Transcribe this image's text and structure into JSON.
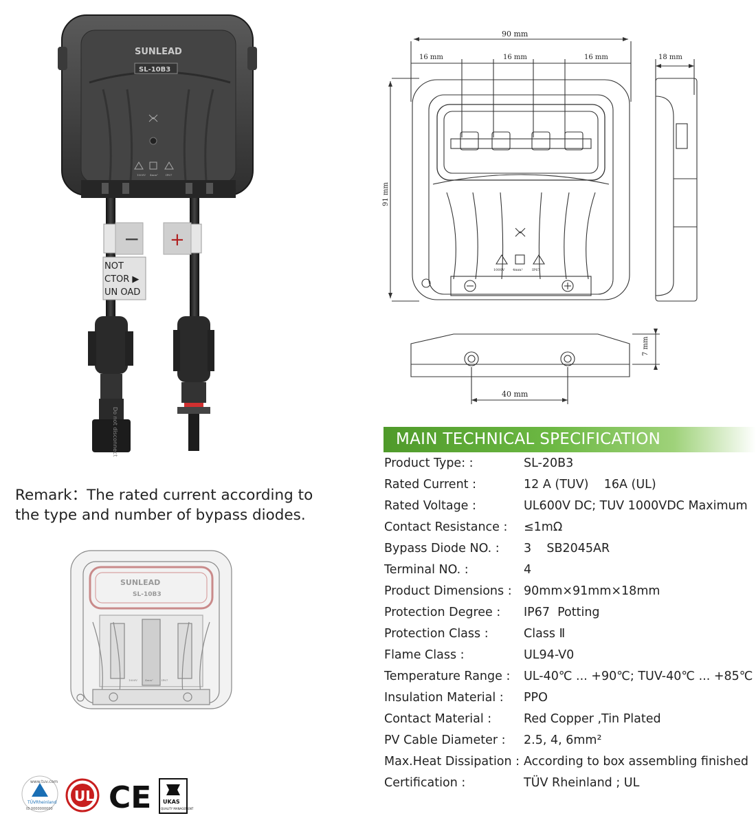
{
  "remark": {
    "text": "Remark：The rated current according to the type and number of bypass diodes."
  },
  "product_photo": {
    "brand_label": "SUNLEAD",
    "model_label": "SL-10B3",
    "minus_label": "−",
    "plus_label": "+",
    "warning_tag": [
      "NOT",
      "CTOR ▶",
      "UN OAD"
    ],
    "connector_text": "Do not disconnect",
    "icon_labels": [
      "1000V",
      "4mm²",
      "IP67"
    ]
  },
  "drawing": {
    "width_total": "90  mm",
    "segment_1": "16  mm",
    "segment_2": "16  mm",
    "segment_3": "16  mm",
    "depth": "18  mm",
    "height": "91  mm",
    "thickness": "7  mm",
    "hole_spacing": "40  mm",
    "icon_labels": [
      "1000V",
      "4mm²",
      "IP67"
    ]
  },
  "transparent_view": {
    "brand_label": "SUNLEAD",
    "model_label": "SL-10B3",
    "icon_labels": [
      "1000V",
      "4mm²",
      "IP67"
    ]
  },
  "spec": {
    "title": "MAIN  TECHNICAL SPECIFICATION",
    "rows": [
      {
        "label": "Product Type: :",
        "value": "SL-20B3"
      },
      {
        "label": "Rated Current :",
        "value": "12 A (TUV)    16A (UL)"
      },
      {
        "label": "Rated Voltage :",
        "value": "UL600V DC; TUV 1000VDC Maximum"
      },
      {
        "label": "Contact Resistance :",
        "value": "≤1mΩ"
      },
      {
        "label": "Bypass Diode NO. :",
        "value": "3    SB2045AR"
      },
      {
        "label": "Terminal NO. :",
        "value": "4"
      },
      {
        "label": "Product Dimensions :",
        "value": "90mm×91mm×18mm"
      },
      {
        "label": "Protection Degree :",
        "value": "IP67  Potting"
      },
      {
        "label": "Protection Class :",
        "value": "Class Ⅱ"
      },
      {
        "label": "Flame Class :",
        "value": "UL94-V0"
      },
      {
        "label": "Temperature Range :",
        "value": "UL-40℃ ... +90℃; TUV-40℃ ... +85℃"
      },
      {
        "label": "Insulation Material :",
        "value": "PPO"
      },
      {
        "label": "Contact Material :",
        "value": "Red Copper ,Tin Plated"
      },
      {
        "label": "PV Cable Diameter :",
        "value": "2.5, 4, 6mm²"
      },
      {
        "label": "Max.Heat Dissipation :",
        "value": "According to box assembling finished"
      },
      {
        "label": "Certification :",
        "value": "TÜV Rheinland ; UL"
      }
    ]
  },
  "certifications": {
    "tuv_top": "www.tuv.com",
    "tuv_name": "TÜVRheinland",
    "tuv_id": "ID 0000000000",
    "ul_label": "UL",
    "ce_label": "CE",
    "ukas_label": "UKAS",
    "ukas_sub": "QUALITY MANAGEMENT"
  }
}
